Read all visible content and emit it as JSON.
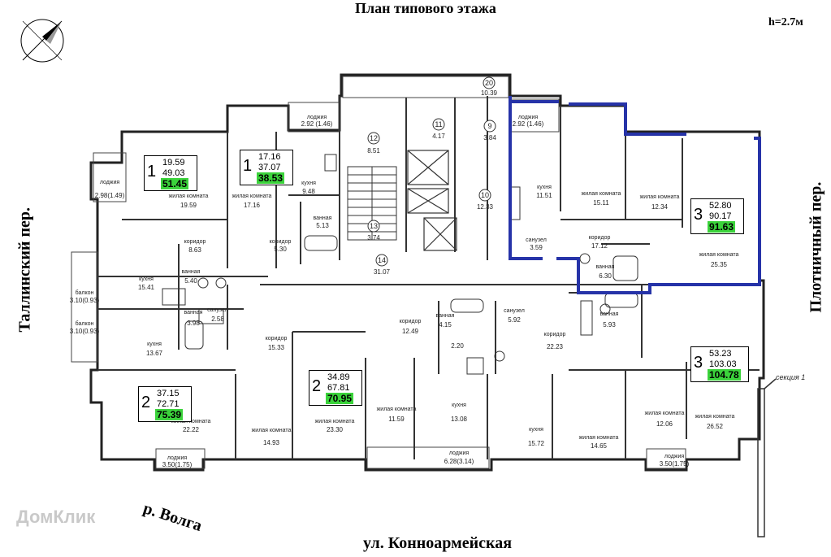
{
  "header": {
    "title": "План типового этажа",
    "height": "h=2.7м"
  },
  "streets": {
    "left": "Таллинский пер.",
    "right": "Плотничный пер.",
    "bottom": "ул. Конноармейская",
    "river": "р. Волга"
  },
  "section_label": "секция 1",
  "watermark": "ДомКлик",
  "apartments": [
    {
      "rooms": "1",
      "living": "19.59",
      "area": "49.03",
      "total": "51.45"
    },
    {
      "rooms": "1",
      "living": "17.16",
      "area": "37.07",
      "total": "38.53"
    },
    {
      "rooms": "3",
      "living": "52.80",
      "area": "90.17",
      "total": "91.63"
    },
    {
      "rooms": "3",
      "living": "53.23",
      "area": "103.03",
      "total": "104.78"
    },
    {
      "rooms": "2",
      "living": "37.15",
      "area": "72.71",
      "total": "75.39"
    },
    {
      "rooms": "2",
      "living": "34.89",
      "area": "67.81",
      "total": "70.95"
    }
  ],
  "rooms": [
    {
      "name": "лоджия",
      "area": "2.98(1.49)"
    },
    {
      "name": "жилая комната",
      "area": "19.59"
    },
    {
      "name": "коридор",
      "area": "8.63"
    },
    {
      "name": "кухня",
      "area": "15.41"
    },
    {
      "name": "ванная",
      "area": "5.40"
    },
    {
      "name": "балкон",
      "area": "3.10(0.93)"
    },
    {
      "name": "балкон",
      "area": "3.10(0.93)"
    },
    {
      "name": "кухня",
      "area": "13.67"
    },
    {
      "name": "ванная",
      "area": "3.98"
    },
    {
      "name": "санузел",
      "area": "2.58"
    },
    {
      "name": "коридор",
      "area": "15.33"
    },
    {
      "name": "жилая комната",
      "area": "22.22"
    },
    {
      "name": "жилая комната",
      "area": "14.93"
    },
    {
      "name": "лоджия",
      "area": "3.50(1.75)"
    },
    {
      "name": "лоджия",
      "area": "2.92 (1.46)"
    },
    {
      "name": "жилая комната",
      "area": "17.16"
    },
    {
      "name": "кухня",
      "area": "9.48"
    },
    {
      "name": "ванная",
      "area": "5.13"
    },
    {
      "name": "коридор",
      "area": "5.30"
    },
    {
      "name": "",
      "area": "8.51"
    },
    {
      "name": "",
      "area": "3.74"
    },
    {
      "name": "",
      "area": "4.17"
    },
    {
      "name": "",
      "area": "3.84"
    },
    {
      "name": "",
      "area": "12.33"
    },
    {
      "name": "",
      "area": "31.07"
    },
    {
      "name": "",
      "area": "10.39"
    },
    {
      "name": "жилая комната",
      "area": "23.30"
    },
    {
      "name": "коридор",
      "area": "12.49"
    },
    {
      "name": "ванная",
      "area": "4.15"
    },
    {
      "name": "",
      "area": "2.20"
    },
    {
      "name": "санузел",
      "area": "5.92"
    },
    {
      "name": "коридор",
      "area": "22.23"
    },
    {
      "name": "жилая комната",
      "area": "11.59"
    },
    {
      "name": "кухня",
      "area": "13.08"
    },
    {
      "name": "лоджия",
      "area": "6.28(3.14)"
    },
    {
      "name": "кухня",
      "area": "15.72"
    },
    {
      "name": "жилая комната",
      "area": "14.65"
    },
    {
      "name": "лоджия",
      "area": "2.92 (1.46)"
    },
    {
      "name": "кухня",
      "area": "11.51"
    },
    {
      "name": "санузел",
      "area": "3.59"
    },
    {
      "name": "жилая комната",
      "area": "15.11"
    },
    {
      "name": "коридор",
      "area": "17.12"
    },
    {
      "name": "жилая комната",
      "area": "12.34"
    },
    {
      "name": "ванная",
      "area": "6.30"
    },
    {
      "name": "жилая комната",
      "area": "25.35"
    },
    {
      "name": "ванная",
      "area": "5.93"
    },
    {
      "name": "жилая комната",
      "area": "12.06"
    },
    {
      "name": "жилая комната",
      "area": "26.52"
    },
    {
      "name": "лоджия",
      "area": "3.50(1.75)"
    }
  ],
  "room_numbers": [
    "12",
    "13",
    "11",
    "9",
    "10",
    "14",
    "20"
  ]
}
